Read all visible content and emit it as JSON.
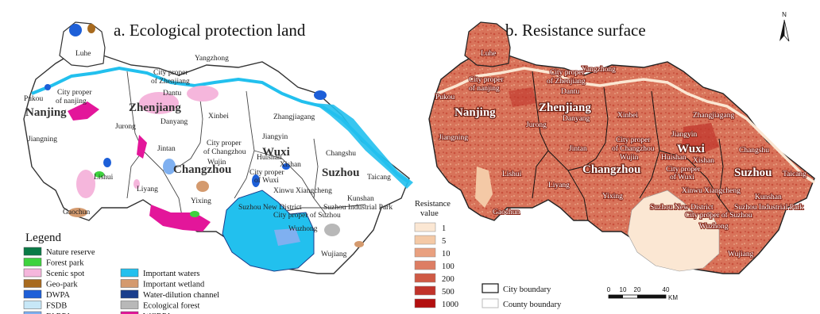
{
  "panel_a": {
    "title": "a. Ecological protection land",
    "legend_title": "Legend",
    "legend": [
      {
        "label": "Nature reserve",
        "color": "#0a7a46"
      },
      {
        "label": "Forest park",
        "color": "#3ed33e"
      },
      {
        "label": "Scenic spot",
        "color": "#f5b6dc"
      },
      {
        "label": "Geo-park",
        "color": "#a86a1e"
      },
      {
        "label": "DWPA",
        "color": "#1d5fd8"
      },
      {
        "label": "FSDB",
        "color": "#c7e7f7"
      },
      {
        "label": "FARPA",
        "color": "#7fb0f0"
      },
      {
        "label": "Important waters",
        "color": "#22c0ee"
      },
      {
        "label": "Important wetland",
        "color": "#d49a6e"
      },
      {
        "label": "Water-dilution channel",
        "color": "#1a3e8c"
      },
      {
        "label": "Ecological forest",
        "color": "#b8b8b8"
      },
      {
        "label": "WCRPA",
        "color": "#e3169a"
      }
    ]
  },
  "panel_b": {
    "title": "b. Resistance surface",
    "legend_title_line1": "Resistance",
    "legend_title_line2": "value",
    "legend": [
      {
        "label": "1",
        "color": "#fbe7d3"
      },
      {
        "label": "5",
        "color": "#f4c9a6"
      },
      {
        "label": "10",
        "color": "#e9a07f"
      },
      {
        "label": "100",
        "color": "#dd7d63"
      },
      {
        "label": "200",
        "color": "#cf5a45"
      },
      {
        "label": "500",
        "color": "#c1332a"
      },
      {
        "label": "1000",
        "color": "#b30f0f"
      }
    ],
    "boundary_legend": {
      "city": "City boundary",
      "county": "County boundary"
    },
    "north": "N",
    "scale": {
      "ticks": [
        "0",
        "10",
        "20",
        "40"
      ],
      "unit": "KM"
    }
  },
  "cities": [
    "Nanjing",
    "Zhenjiang",
    "Changzhou",
    "Wuxi",
    "Suzhou"
  ],
  "places": {
    "luhe": "Luhe",
    "yangzhong": "Yangzhong",
    "cp_zhenjiang_1": "City proper",
    "cp_zhenjiang_2": "of Zhenjiang",
    "dantu": "Dantu",
    "pukou": "Pukou",
    "cp_nanjing_1": "City proper",
    "cp_nanjing_2": "of nanjing",
    "danyang": "Danyang",
    "xinbei": "Xinbei",
    "zhangjiagang": "Zhangjiagang",
    "jurong": "Jurong",
    "jiangyin": "Jiangyin",
    "jiangning": "Jiangning",
    "jintan": "Jintan",
    "cp_changzhou_1": "City proper",
    "cp_changzhou_2": "of Changzhou",
    "changshu": "Changshu",
    "wujin": "Wujin",
    "huishan": "Huishan",
    "xishan": "Xishan",
    "lishui": "Lishui",
    "cp_wuxi_1": "City proper",
    "cp_wuxi_2": "of Wuxi",
    "taicang": "Taicang",
    "liyang": "Liyang",
    "xinwu": "Xinwu",
    "xiangcheng": "Xiangcheng",
    "kunshan": "Kunshan",
    "yixing": "Yixing",
    "suzhou_nd": "Suzhou New District",
    "suzhou_ip": "Suzhou Industrial Park",
    "gaochun": "Gaochun",
    "cp_suzhou": "City proper of Suzhou",
    "wuzhong": "Wuzhong",
    "wujiang": "Wujiang"
  }
}
